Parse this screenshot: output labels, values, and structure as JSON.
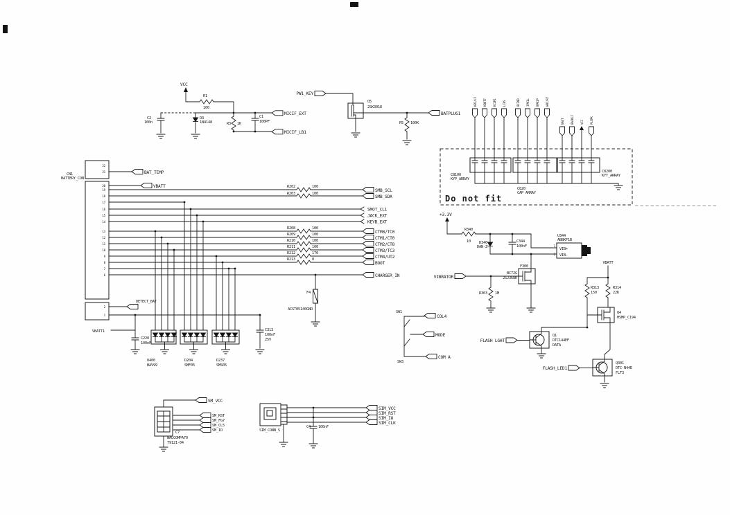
{
  "mic": {
    "vcc": "VCC",
    "r1_ref": "R1",
    "r1_val": "100",
    "d3_ref": "D3",
    "d3_part": "1N4148",
    "c2_ref": "C2",
    "c2_val": "100n",
    "c1_ref": "C1",
    "c1_val": "100PF",
    "r3_ref": "R3",
    "r3_val": "1K",
    "flag_ext": "MICIF_EXT",
    "flag_lb1": "MICIF_LB1"
  },
  "pwkey": {
    "flag_in": "PW1_KEY",
    "q5_ref": "Q5",
    "q5_part": "2SK3018",
    "r5_ref": "R5",
    "r5_val": "100K",
    "flag_out": "BATPLUG1"
  },
  "keypad": {
    "note": "Do not fit",
    "cb100_ref": "CB100",
    "cb100_name": "KYP_ARRAY",
    "c820_ref": "C820",
    "c820_name": "CAP ARRAY",
    "c8200_ref": "C8200",
    "c8200_name": "KYT_ARRAY",
    "signals": [
      "KB1/L5",
      "KB0T7",
      "KC2R1",
      "LC0S",
      "BCZ0D",
      "3PK1L",
      "BPK1P",
      "WBC/R7",
      "NAVT",
      "BACKLT",
      "VCC",
      "PL3PK"
    ]
  },
  "battery": {
    "ref": "CN1",
    "name": "BATTERY_CON",
    "bat_temp": "BAT_TEMP",
    "vbatt": "VBATT",
    "detect": "DETECT_BAT",
    "vbatt1": "VBATT1",
    "c220_ref": "C220",
    "c220_val": "100nF",
    "pins_top": [
      "22",
      "21"
    ],
    "pins": [
      "20",
      "19",
      "18",
      "17",
      "16",
      "15",
      "14",
      "13",
      "12",
      "11",
      "10",
      "9",
      "8",
      "7",
      "6"
    ],
    "pins_bot": [
      "2",
      "1"
    ]
  },
  "bus": {
    "r202_ref": "R202",
    "r202_val": "100",
    "r203_ref": "R203",
    "r203_val": "100",
    "smb_scl": "SMB_SCL",
    "smb_sda": "SMB_SDA",
    "arrow1": "SMOT_CL1",
    "arrow2": "JACK_EXT",
    "arrow3": "KEYB_EXT",
    "res": [
      {
        "ref": "R208",
        "val": "100"
      },
      {
        "ref": "R209",
        "val": "100"
      },
      {
        "ref": "R210",
        "val": "100"
      },
      {
        "ref": "R211",
        "val": "100"
      },
      {
        "ref": "R212",
        "val": "170"
      },
      {
        "ref": "R213",
        "val": "0"
      }
    ],
    "flags": [
      "CTM0/TC0",
      "CTM1/CT0",
      "CTM2/CT8",
      "CTM3/TC3",
      "CTM4/UT2",
      "BOOT"
    ],
    "charger": "CHARGER_IN",
    "f4_ref": "F4",
    "f4_part": "ACST05140GNR",
    "c313_ref": "C313",
    "c313_val": "100nF",
    "c313_v": "25V"
  },
  "arrays": [
    {
      "ref": "U400",
      "part": "BAV99"
    },
    {
      "ref": "D204",
      "part": "SMF05"
    },
    {
      "ref": "D237",
      "part": "SMS05"
    }
  ],
  "sw": {
    "top": "SW1",
    "bottom": "SW3",
    "col4": "COL4",
    "mode": "MODE",
    "coma": "COM A"
  },
  "vib": {
    "rail": "+3.3V",
    "r340_ref": "R340",
    "r340_val": "10",
    "d340_ref": "D340",
    "d340_part": "DAN-Z",
    "c344_ref": "C344",
    "c344_val": "100nF",
    "u344_ref": "U344",
    "u344_part": "ABBKF1B",
    "vibp": "VIB+",
    "vibm": "VIB-",
    "pin1": "1",
    "pin2": "2",
    "f300_ref": "F300",
    "f300_part1": "BC72G",
    "f300_part2": "2SJ368K",
    "flag": "VIBRATOR",
    "r303_ref": "R303",
    "r303_val": "1M"
  },
  "flash": {
    "vbatt": "VBATT",
    "r313_ref": "R313",
    "r313_val": "150",
    "r314_ref": "R314",
    "r314_val": "22K",
    "q4_ref": "Q4",
    "q4_part": "HSMP_C194",
    "q301_ref": "Q301",
    "q301_part": "DTC-N44E",
    "q301_note": "FLT3",
    "q1_ref": "Q1",
    "q1_part": "DTC144EF",
    "q1_note": "DATA",
    "flag_light": "FLASH LGHT",
    "flag_led": "FLASH_LED1"
  },
  "c7": {
    "flag_vcc": "SM_VCC",
    "flags": [
      "SM_RST",
      "SM_FG7",
      "SM_CL5",
      "SM_IO"
    ],
    "ref": "C7",
    "part": "WALCOMPA79",
    "pn": "79121-04"
  },
  "sim": {
    "name": "SIM_CONN_S",
    "flags": [
      "SIM_VCC",
      "SIM_RST",
      "SIM_IO",
      "SIM_CLK"
    ],
    "c4_ref": "C4",
    "c4_val": "100nF"
  }
}
